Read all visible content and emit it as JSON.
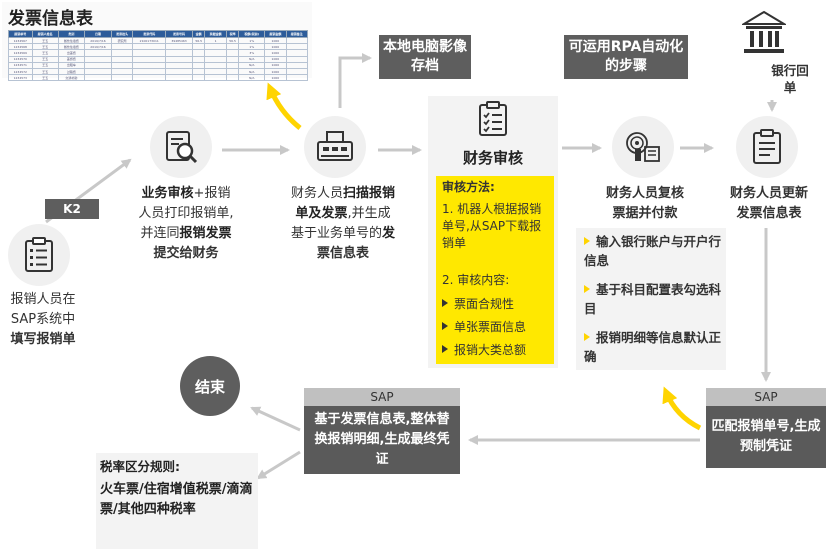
{
  "invoice_panel": {
    "title": "发票信息表",
    "columns": [
      "报销单号",
      "报销人姓名",
      "类别",
      "日期",
      "发票抬头",
      "发票代码",
      "发票号码",
      "金额",
      "票据金额",
      "税率",
      "税额(税前)",
      "报销金额",
      "报销备注"
    ],
    "rows": [
      [
        "1234567",
        "王五",
        "餐饮住宿费",
        "2019/7/16",
        "研究所",
        "2100173011",
        "39485463",
        "56.5",
        "1",
        "56.5",
        "1%",
        "1000",
        ""
      ],
      [
        "1234568",
        "王五",
        "餐饮住宿费",
        "2019/7/16",
        "",
        "",
        "",
        "",
        "",
        "",
        "1%",
        "1000",
        ""
      ],
      [
        "1234569",
        "王五",
        "出差费",
        "",
        "",
        "",
        "",
        "",
        "",
        "",
        "3%",
        "1000",
        ""
      ],
      [
        "1234570",
        "王五",
        "差旅费",
        "",
        "",
        "",
        "",
        "",
        "",
        "",
        "N/A",
        "1000",
        ""
      ],
      [
        "1234571",
        "王五",
        "出租车",
        "",
        "",
        "",
        "",
        "",
        "",
        "",
        "N/A",
        "1000",
        ""
      ],
      [
        "1234572",
        "王五",
        "过路费",
        "",
        "",
        "",
        "",
        "",
        "",
        "",
        "N/A",
        "1000",
        ""
      ],
      [
        "1234573",
        "王五",
        "交通补助",
        "",
        "",
        "",
        "",
        "",
        "",
        "",
        "N/A",
        "1000",
        ""
      ]
    ]
  },
  "nodes": {
    "local_archive": "本地电脑影像存档",
    "rpa_label": "可运用RPA自动化的步骤",
    "bank_label": "银行回单",
    "k2_label": "K2",
    "applicant": [
      "报销人员在",
      "SAP系统中",
      "填写报销单"
    ],
    "business_audit": {
      "l1a": "业务审核",
      "l1b": "+报销",
      "l2": "人员打印报销单,",
      "l3a": "并连同",
      "l3b": "报销发票",
      "l4": "提交给财务"
    },
    "scan": {
      "l1a": "财务人员",
      "l1b": "扫描报销",
      "l2a": "单及发票",
      "l2b": ",并生成",
      "l3a": "基于业务单号的",
      "l3b": "发",
      "l4": "票信息表"
    },
    "audit": {
      "title": "财务审核",
      "method_label": "审核方法:",
      "method_1": "1. 机器人根据报销单号,从SAP下载报销单",
      "content_label": "2. 审核内容:",
      "items": [
        "票面合规性",
        "单张票面信息",
        "报销大类总额"
      ]
    },
    "recheck": [
      "财务人员复核",
      "票据并付款"
    ],
    "update": [
      "财务人员更新",
      "发票信息表"
    ],
    "right_list": [
      "输入银行账户与开户行信息",
      "基于科目配置表勾选科目",
      "报销明细等信息默认正确"
    ],
    "sap_right": {
      "head": "SAP",
      "body": "匹配报销单号,生成预制凭证"
    },
    "sap_left": {
      "head": "SAP",
      "body": "基于发票信息表,整体替换报销明细,生成最终凭证"
    },
    "end": "结束",
    "tax": {
      "title": "税率区分规则:",
      "body": "火车票/住宿增值税票/滴滴票/其他四种税率"
    }
  },
  "colors": {
    "dark_box": "#5e5e5e",
    "highlight": "#ffe800",
    "arrow_yellow": "#ffd400",
    "arrow_grey": "#c8c8c8",
    "table_header": "#2d5c9a"
  }
}
